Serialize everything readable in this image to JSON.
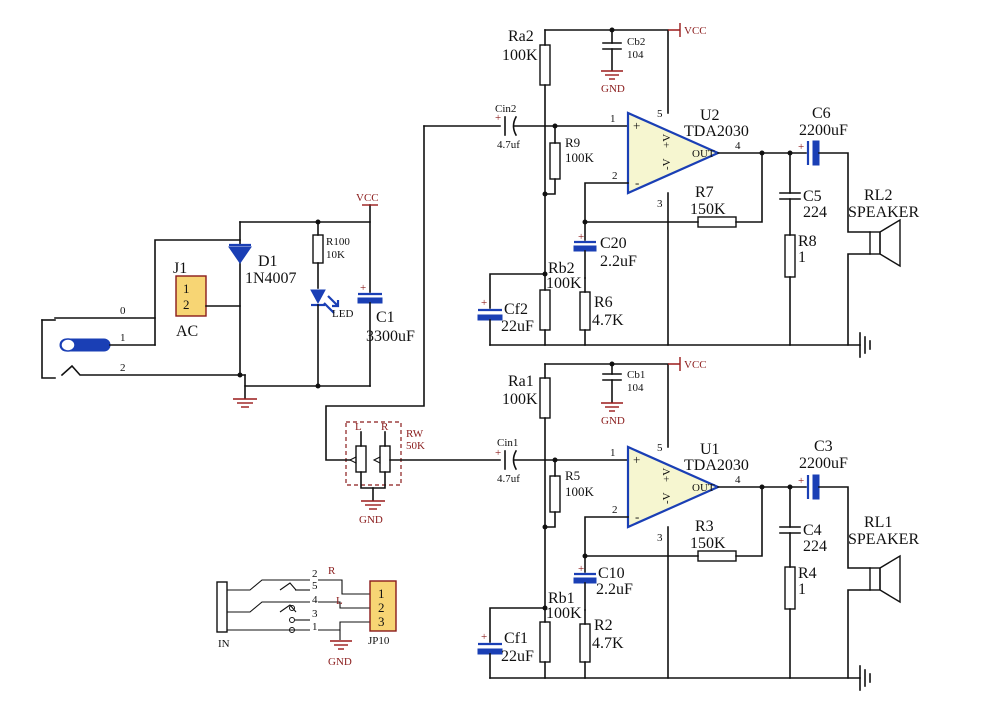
{
  "supply": {
    "vcc": "VCC",
    "gnd": "GND"
  },
  "power_section": {
    "j1": {
      "ref": "J1",
      "value": "AC",
      "pins": [
        "1",
        "2"
      ]
    },
    "d1": {
      "ref": "D1",
      "value": "1N4007"
    },
    "r100": {
      "ref": "R100",
      "value": "10K"
    },
    "led": {
      "ref": "LED"
    },
    "c1": {
      "ref": "C1",
      "value": "3300uF"
    },
    "jack_pins": [
      "0",
      "1",
      "2"
    ]
  },
  "channel_top": {
    "ra": {
      "ref": "Ra2",
      "value": "100K"
    },
    "cb": {
      "ref": "Cb2",
      "value": "104"
    },
    "cin": {
      "ref": "Cin2",
      "value": "4.7uf"
    },
    "r_bias": {
      "ref": "R9",
      "value": "100K"
    },
    "u": {
      "ref": "U2",
      "value": "TDA2030"
    },
    "opamp_pins": {
      "in_plus": "1",
      "in_minus": "2",
      "vneg": "3",
      "out": "4",
      "vpos": "5"
    },
    "opamp_text": {
      "plus": "+",
      "minus": "-",
      "vpos": "+V",
      "vneg": "-V",
      "out": "OUT"
    },
    "r_fb": {
      "ref": "R7",
      "value": "150K"
    },
    "c_fb": {
      "ref": "C20",
      "value": "2.2uF"
    },
    "rb": {
      "ref": "Rb2",
      "value": "100K"
    },
    "cf": {
      "ref": "Cf2",
      "value": "22uF"
    },
    "r_gnd": {
      "ref": "R6",
      "value": "4.7K"
    },
    "c_out": {
      "ref": "C6",
      "value": "2200uF"
    },
    "c_zobel": {
      "ref": "C5",
      "value": "224"
    },
    "r_zobel": {
      "ref": "R8",
      "value": "1"
    },
    "speaker": {
      "ref": "RL2",
      "value": "SPEAKER"
    }
  },
  "channel_bottom": {
    "ra": {
      "ref": "Ra1",
      "value": "100K"
    },
    "cb": {
      "ref": "Cb1",
      "value": "104"
    },
    "cin": {
      "ref": "Cin1",
      "value": "4.7uf"
    },
    "r_bias": {
      "ref": "R5",
      "value": "100K"
    },
    "u": {
      "ref": "U1",
      "value": "TDA2030"
    },
    "opamp_pins": {
      "in_plus": "1",
      "in_minus": "2",
      "vneg": "3",
      "out": "4",
      "vpos": "5"
    },
    "opamp_text": {
      "plus": "+",
      "minus": "-",
      "vpos": "+V",
      "vneg": "-V",
      "out": "OUT"
    },
    "r_fb": {
      "ref": "R3",
      "value": "150K"
    },
    "c_fb": {
      "ref": "C10",
      "value": "2.2uF"
    },
    "rb": {
      "ref": "Rb1",
      "value": "100K"
    },
    "cf": {
      "ref": "Cf1",
      "value": "22uF"
    },
    "r_gnd": {
      "ref": "R2",
      "value": "4.7K"
    },
    "c_out": {
      "ref": "C3",
      "value": "2200uF"
    },
    "c_zobel": {
      "ref": "C4",
      "value": "224"
    },
    "r_zobel": {
      "ref": "R4",
      "value": "1"
    },
    "speaker": {
      "ref": "RL1",
      "value": "SPEAKER"
    }
  },
  "volume": {
    "ref": "RW",
    "value": "50K",
    "left": "L",
    "right": "R"
  },
  "input": {
    "jack_label": "IN",
    "jack_pins": [
      "2",
      "5",
      "4",
      "3",
      "1"
    ],
    "header": {
      "ref": "JP10",
      "pins": [
        "1",
        "2",
        "3"
      ]
    },
    "net_r": "R",
    "net_l": "L"
  }
}
